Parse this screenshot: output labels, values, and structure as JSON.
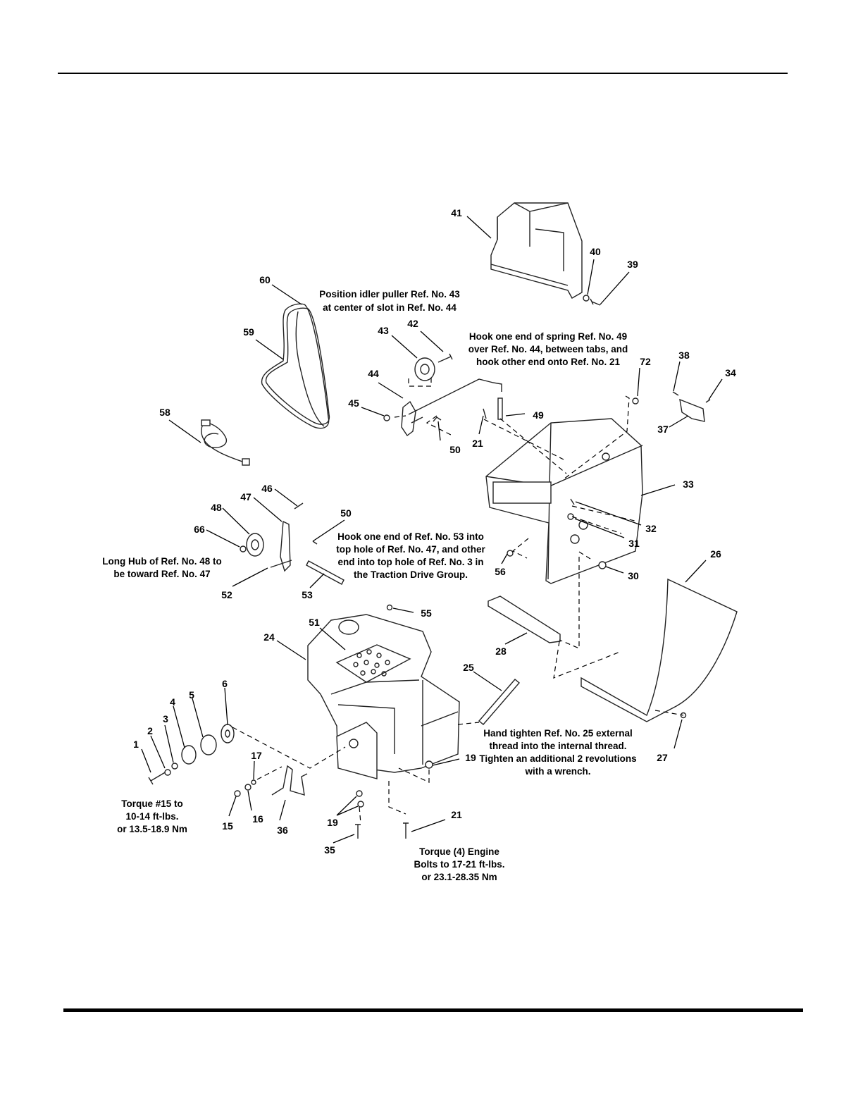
{
  "callouts": {
    "c1": "1",
    "c2": "2",
    "c3": "3",
    "c4": "4",
    "c5": "5",
    "c6": "6",
    "c15": "15",
    "c16": "16",
    "c17": "17",
    "c19a": "19",
    "c19b": "19",
    "c21a": "21",
    "c21b": "21",
    "c24": "24",
    "c25": "25",
    "c26": "26",
    "c27": "27",
    "c28": "28",
    "c30": "30",
    "c31": "31",
    "c32": "32",
    "c33": "33",
    "c34": "34",
    "c35": "35",
    "c36": "36",
    "c37": "37",
    "c38": "38",
    "c39": "39",
    "c40": "40",
    "c41": "41",
    "c42": "42",
    "c43": "43",
    "c44": "44",
    "c45": "45",
    "c46": "46",
    "c47": "47",
    "c48": "48",
    "c49": "49",
    "c50a": "50",
    "c50b": "50",
    "c51": "51",
    "c52": "52",
    "c53": "53",
    "c55": "55",
    "c56": "56",
    "c58": "58",
    "c59": "59",
    "c60": "60",
    "c66": "66",
    "c72": "72"
  },
  "notes": {
    "idler": [
      "Position idler puller Ref. No. 43",
      "at center of slot in Ref. No. 44"
    ],
    "spring": [
      "Hook one end of spring Ref. No. 49",
      "over Ref. No. 44, between tabs, and",
      "hook other end onto Ref. No. 21"
    ],
    "hub": [
      "Long Hub of Ref. No. 48 to",
      "be toward Ref. No. 47"
    ],
    "ref53": [
      "Hook one end of Ref. No. 53 into",
      "top hole of Ref. No. 47, and other",
      "end into top hole of Ref. No. 3 in",
      "the Traction Drive Group."
    ],
    "ref25": [
      "Hand tighten Ref. No. 25 external",
      "thread into the internal thread.",
      "Tighten an additional 2 revolutions",
      "with a wrench."
    ],
    "torque15": [
      "Torque #15 to",
      "10-14 ft-lbs.",
      "or 13.5-18.9 Nm"
    ],
    "engine": [
      "Torque (4) Engine",
      "Bolts to 17-21 ft-lbs.",
      "or 23.1-28.35 Nm"
    ]
  }
}
